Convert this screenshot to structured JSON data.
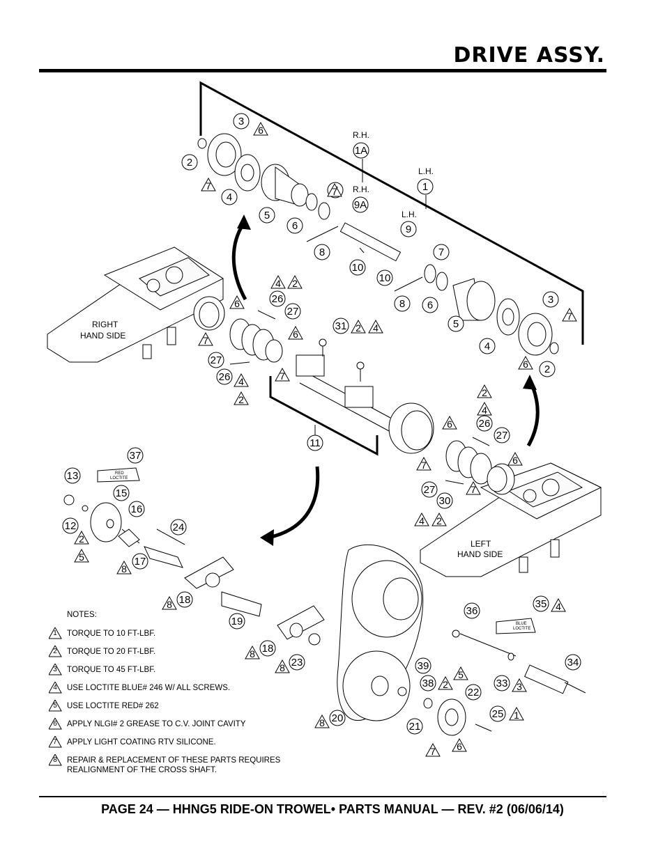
{
  "header": {
    "title": "DRIVE ASSY."
  },
  "footer": {
    "text": "PAGE 24 — HHNG5 RIDE-ON TROWEL• PARTS MANUAL — REV. #2 (06/06/14)"
  },
  "diagram": {
    "side_labels": {
      "right_1": "RIGHT",
      "right_2": "HAND SIDE",
      "left_1": "LEFT",
      "left_2": "HAND SIDE",
      "rh_a": "R.H.",
      "lh_a": "L.H.",
      "rh_b": "R.H.",
      "lh_b": "L.H."
    },
    "loctite": {
      "red_1": "RED",
      "red_2": "LOCTITE",
      "blue_1": "BLUE",
      "blue_2": "LOCTITE"
    }
  },
  "notes": {
    "title": "NOTES:",
    "items": [
      {
        "num": "1",
        "text": "TORQUE TO 10 FT-LBF."
      },
      {
        "num": "2",
        "text": "TORQUE TO 20 FT-LBF."
      },
      {
        "num": "3",
        "text": "TORQUE TO 45 FT-LBF."
      },
      {
        "num": "4",
        "text": "USE LOCTITE BLUE# 246 W/ ALL SCREWS."
      },
      {
        "num": "5",
        "text": "USE LOCTITE RED# 262"
      },
      {
        "num": "6",
        "text": "APPLY NLGI# 2 GREASE TO C.V. JOINT CAVITY"
      },
      {
        "num": "7",
        "text": "APPLY LIGHT COATING RTV SILICONE."
      },
      {
        "num": "8",
        "text": "REPAIR & REPLACEMENT OF THESE PARTS REQUIRES REALIGNMENT OF THE CROSS SHAFT."
      }
    ]
  }
}
